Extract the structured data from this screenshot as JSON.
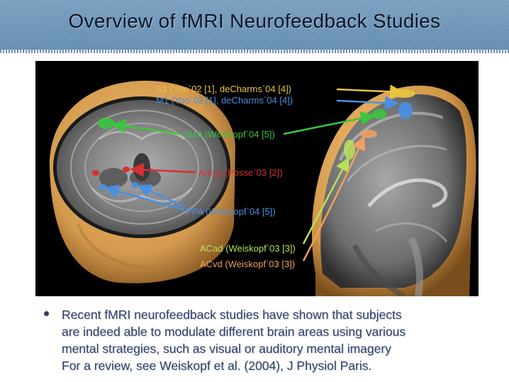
{
  "slide": {
    "title": "Overview of fMRI Neurofeedback Studies"
  },
  "figure": {
    "labels": {
      "s1": "S1 (Yoo`02 [1], deCharms`04 [4])",
      "m1": "M1 (Yoo`02 [1], deCharms`04 [4])",
      "sma": "SMA (Weiskopf`04 [5])",
      "amyg": "Amyg (Posse`03 [2])",
      "ppa": "PPA (Weiskopf`04 [5])",
      "acad": "ACad (Weiskopf`03 [3])",
      "acvd": "ACvd (Weiskopf`03 [3])"
    },
    "colors": {
      "s1": "#e8c340",
      "m1": "#4a8fe0",
      "sma": "#3cc43c",
      "amyg": "#d83030",
      "ppa": "#4a8fe0",
      "acad": "#b8e05a",
      "acvd": "#f0a060",
      "skin": "#d9a052",
      "header": "#6f97bb",
      "body_text": "#2a3f6b"
    }
  },
  "bullets": [
    {
      "lines": [
        "Recent fMRI neurofeedback studies have shown that subjects",
        "are indeed able to modulate different brain areas using various",
        "mental strategies, such as visual or auditory mental imagery",
        "For a review, see Weiskopf et al. (2004), J Physiol Paris."
      ]
    }
  ]
}
